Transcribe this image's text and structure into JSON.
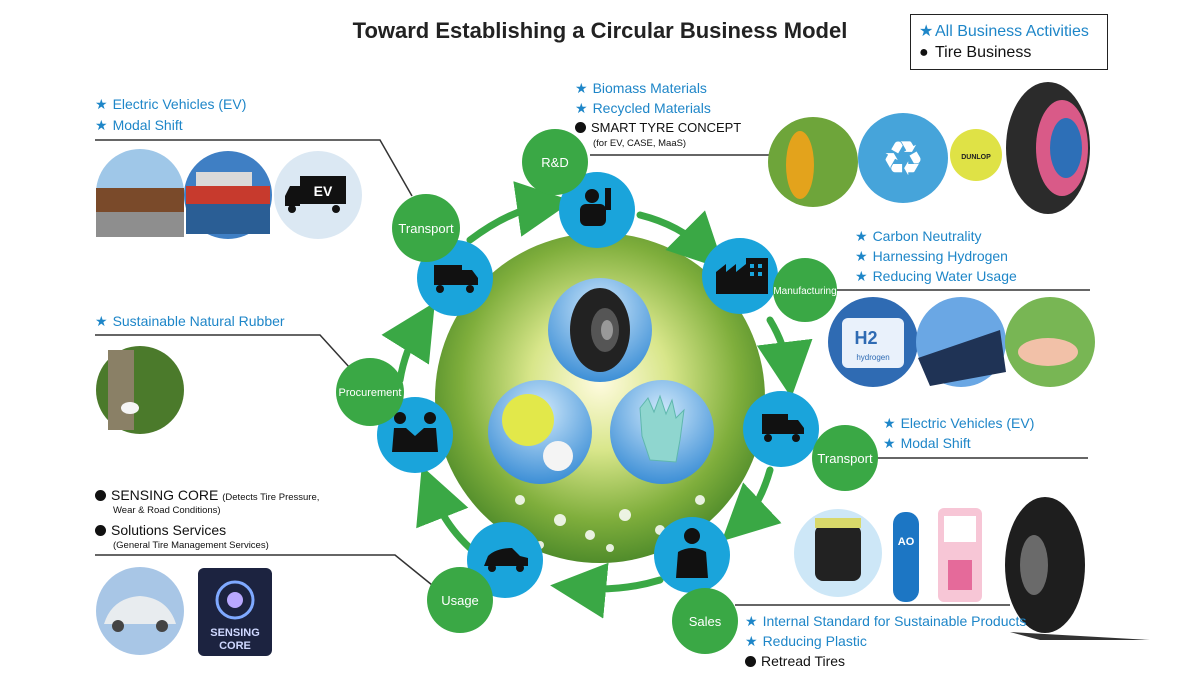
{
  "title": "Toward Establishing a Circular Business Model",
  "legend": {
    "all_business": "All Business Activities",
    "tire_business": "Tire Business",
    "star_color": "#1e86c8",
    "dot_color": "#111111"
  },
  "stages": {
    "rd": "R&D",
    "manufacturing": "Manufacturing",
    "transport_right": "Transport",
    "sales": "Sales",
    "usage": "Usage",
    "procurement": "Procurement",
    "transport_left": "Transport"
  },
  "transport_left_notes": [
    "Electric Vehicles (EV)",
    "Modal Shift"
  ],
  "rd_notes": {
    "star_items": [
      "Biomass Materials",
      "Recycled Materials"
    ],
    "dot_item": "SMART TYRE CONCEPT",
    "dot_sub": "(for EV, CASE, MaaS)"
  },
  "manufacturing_notes": [
    "Carbon Neutrality",
    "Harnessing Hydrogen",
    "Reducing Water Usage"
  ],
  "transport_right_notes": [
    "Electric Vehicles (EV)",
    "Modal Shift"
  ],
  "procurement_notes": [
    "Sustainable Natural Rubber"
  ],
  "usage_notes": {
    "sensing_core": "SENSING CORE",
    "sensing_core_sub": "(Detects Tire Pressure,",
    "sensing_core_sub2": "Wear & Road Conditions)",
    "solutions": "Solutions Services",
    "solutions_sub": "(General Tire Management Services)"
  },
  "sales_notes": {
    "star_items": [
      "Internal Standard for Sustainable Products",
      "Reducing Plastic"
    ],
    "dot_item": "Retread Tires"
  },
  "images": {
    "ev_truck_label": "EV",
    "sensing_core_logo_line1": "SENSING",
    "sensing_core_logo_line2": "CORE",
    "hydrogen_label": "H2",
    "hydrogen_sub": "hydrogen",
    "ball_brand": "DUNLOP",
    "ao_label": "AO"
  },
  "colors": {
    "green": "#3aa845",
    "cyan": "#1aa4db",
    "blue_text": "#1e86c8"
  }
}
